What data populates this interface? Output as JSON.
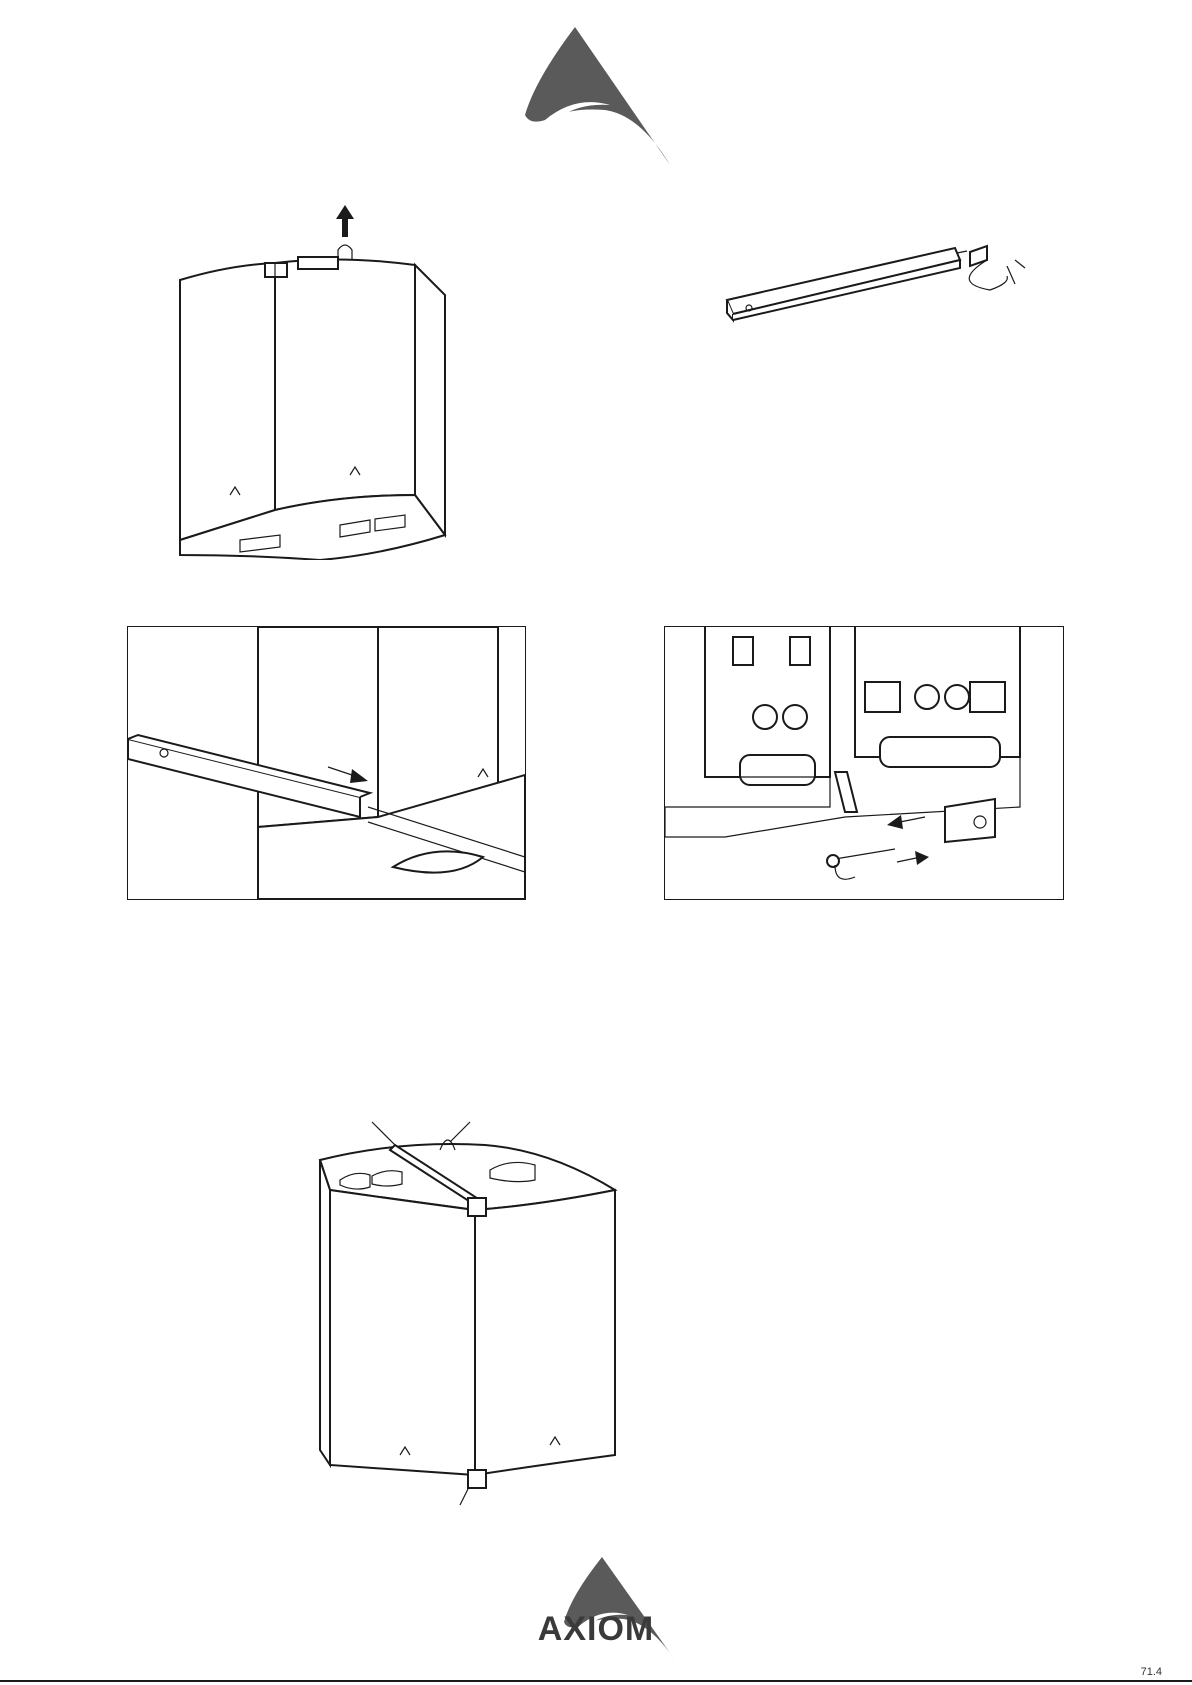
{
  "brand": {
    "wordmark": "AXIOM",
    "accent_color": "#5a5a5a"
  },
  "figures": [
    {
      "id": "fig1",
      "description_icon": "speaker-lift-arrow-icon"
    },
    {
      "id": "fig2",
      "description_icon": "rigging-bar-icon"
    },
    {
      "id": "fig3",
      "description_icon": "bar-insert-arrow-icon"
    },
    {
      "id": "fig4",
      "description_icon": "pin-lock-icon"
    },
    {
      "id": "fig5",
      "description_icon": "assembled-array-icon"
    }
  ],
  "footer": {
    "page_number": "71.4"
  }
}
